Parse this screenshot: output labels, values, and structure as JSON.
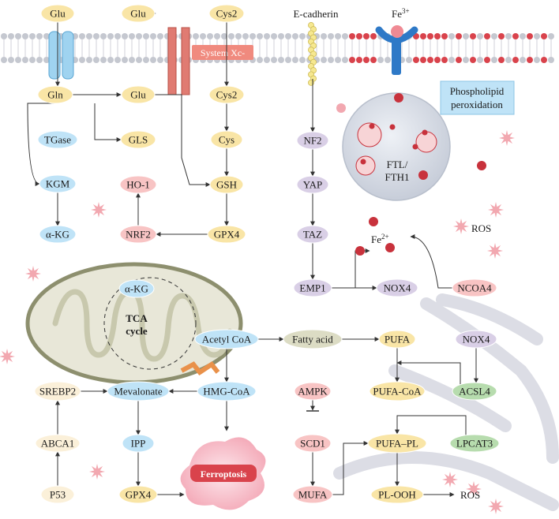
{
  "colors": {
    "yellow": "#f9e5a6",
    "blue": "#bfe3f7",
    "purple": "#d9cfe6",
    "pink": "#f8c4c4",
    "olive": "#dcdcc4",
    "green": "#b7dcae",
    "cream": "#fbf0d9",
    "membrane_head": "#c5c8d0",
    "oxidized_head": "#d9434c",
    "system_xc": "#e07b72",
    "mito_outer": "#8d8f6e",
    "mito_fill": "#e8e7d8",
    "ferritin": "#d6dbe5",
    "ros_star": "#f2a8b0",
    "iron_dot": "#c8323c"
  },
  "nodes": {
    "glu_top_left": "Glu",
    "glu_top_mid": "Glu",
    "cys2_top": "Cys2",
    "gln": "Gln",
    "glu_mid": "Glu",
    "cys2_mid": "Cys2",
    "tgase": "TGase",
    "gls": "GLS",
    "cys": "Cys",
    "kgm": "KGM",
    "ho1": "HO-1",
    "gsh": "GSH",
    "akg_top": "α-KG",
    "nrf2": "NRF2",
    "gpx4_top": "GPX4",
    "nf2": "NF2",
    "yap": "YAP",
    "taz": "TAZ",
    "emp1": "EMP1",
    "nox4_mid": "NOX4",
    "ncoa4": "NCOA4",
    "akg_mito": "α-KG",
    "acetyl_coa": "Acetyl CoA",
    "fatty_acid": "Fatty acid",
    "pufa": "PUFA",
    "nox4_right": "NOX4",
    "srebp2": "SREBP2",
    "mevalonate": "Mevalonate",
    "hmg_coa": "HMG-CoA",
    "ampk": "AMPK",
    "pufa_coa": "PUFA-CoA",
    "acsl4": "ACSL4",
    "abca1": "ABCA1",
    "ipp": "IPP",
    "scd1": "SCD1",
    "pufa_pl": "PUFA–PL",
    "lpcat3": "LPCAT3",
    "p53": "P53",
    "gpx4_bottom": "GPX4",
    "mufa": "MUFA",
    "pl_ooh": "PL-OOH"
  },
  "labels": {
    "system_xc": "System Xc-",
    "e_cadherin": "E-cadherin",
    "fe3": "Fe",
    "fe3_sup": "3+",
    "fe2": "Fe",
    "fe2_sup": "2+",
    "phospholipid_line1": "Phospholipid",
    "phospholipid_line2": "peroxidation",
    "ftl_line1": "FTL/",
    "ftl_line2": "FTH1",
    "ros_top": "ROS",
    "ros_bottom": "ROS",
    "tca_line1": "TCA",
    "tca_line2": "cycle",
    "ferroptosis": "Ferroptosis"
  }
}
